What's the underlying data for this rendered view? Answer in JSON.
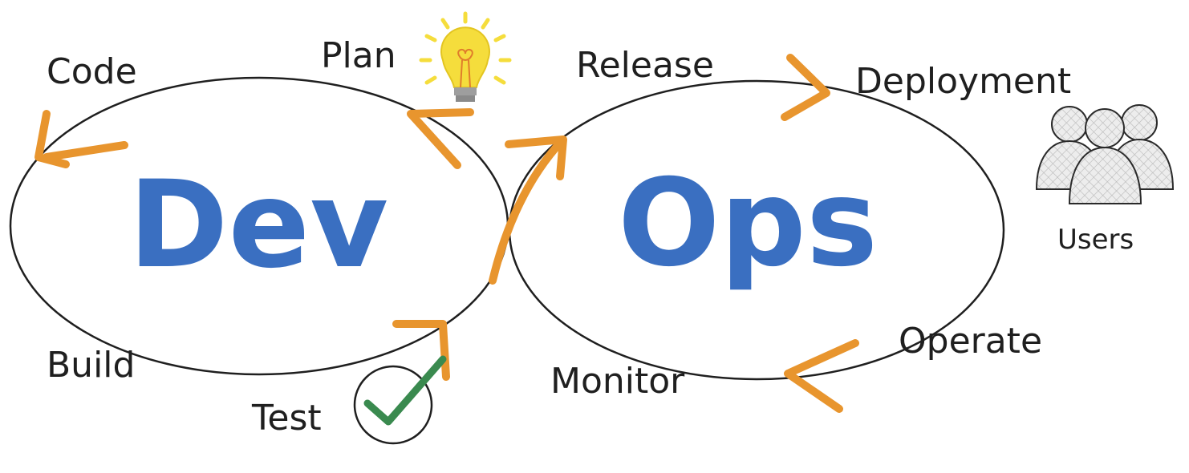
{
  "colors": {
    "ink": "#1f1f1f",
    "accent": "#e8952e",
    "primary": "#3a6fc1",
    "check": "#3a8a4f",
    "bulb": "#f5dd3c"
  },
  "dev": {
    "label": "Dev"
  },
  "ops": {
    "label": "Ops"
  },
  "stages": {
    "code": "Code",
    "plan": "Plan",
    "release": "Release",
    "deployment": "Deployment",
    "operate": "Operate",
    "monitor": "Monitor",
    "test": "Test",
    "build": "Build"
  },
  "users": {
    "label": "Users"
  },
  "icons": [
    "lightbulb-icon",
    "checkmark-icon",
    "users-icon"
  ]
}
